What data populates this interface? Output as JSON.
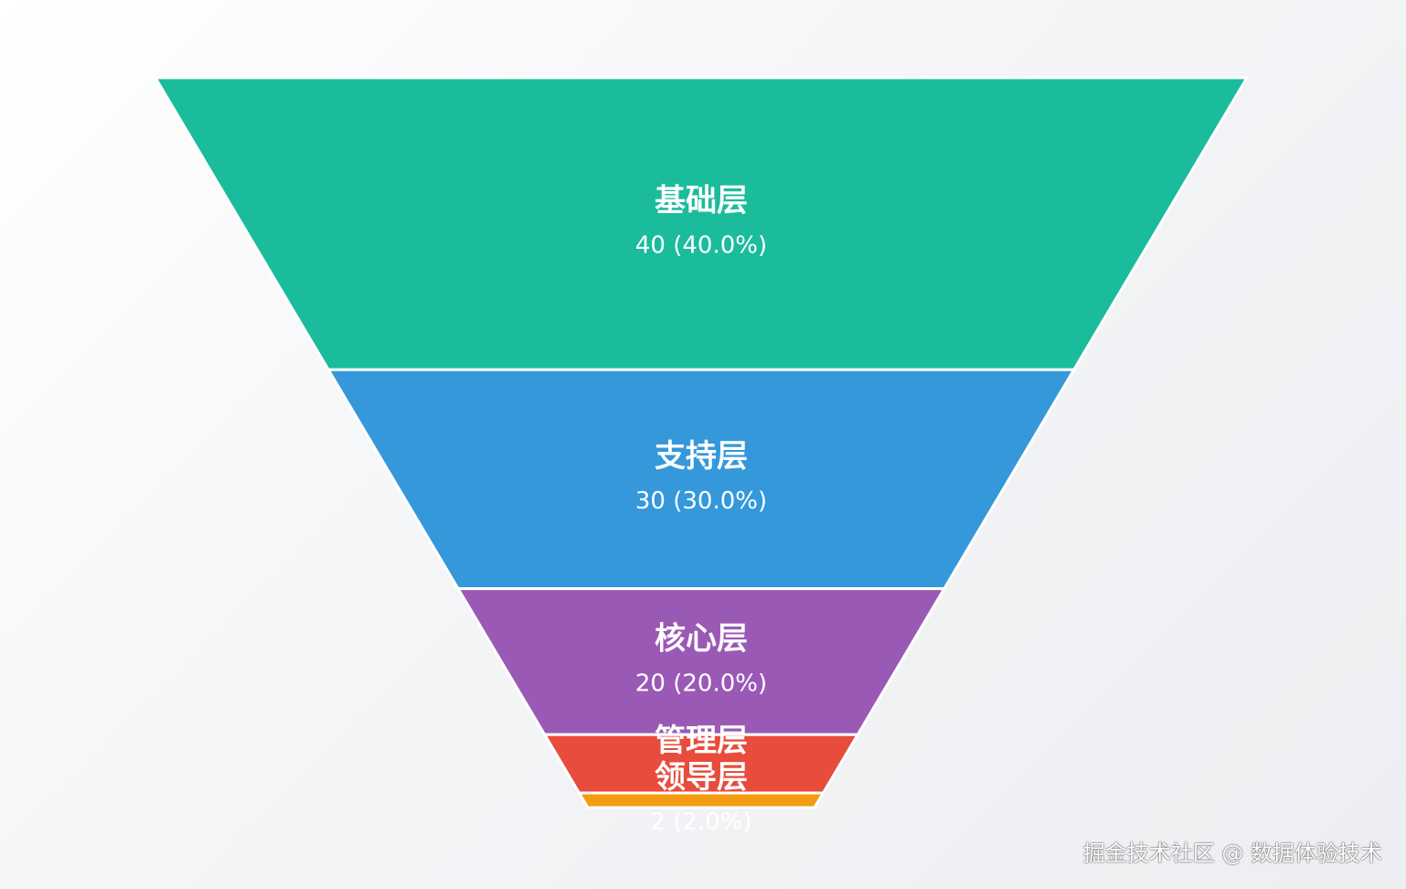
{
  "chart_data": {
    "type": "funnel",
    "title": "",
    "series": [
      {
        "values": [
          40,
          30,
          20,
          8,
          2
        ]
      }
    ],
    "categories": [
      "基础层",
      "支持层",
      "核心层",
      "管理层",
      "领导层"
    ],
    "labels": [
      {
        "name": "基础层",
        "value_text": "40 (40.0%)"
      },
      {
        "name": "支持层",
        "value_text": "30 (30.0%)"
      },
      {
        "name": "核心层",
        "value_text": "20 (20.0%)"
      },
      {
        "name": "管理层",
        "value_text": ""
      },
      {
        "name": "领导层",
        "value_text": "2 (2.0%)"
      }
    ],
    "colors": [
      "#1abc9c",
      "#3498db",
      "#9b59b6",
      "#e74c3c",
      "#f39c12"
    ],
    "legend": "none",
    "grid": false
  },
  "watermark": "掘金技术社区 @ 数据体验技术"
}
